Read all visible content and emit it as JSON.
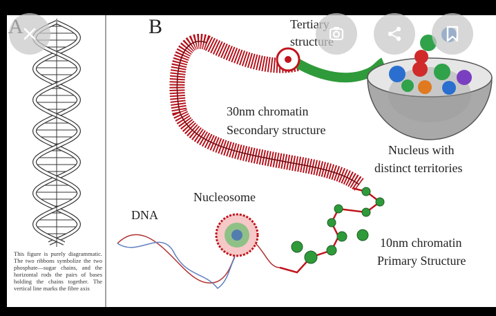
{
  "figure": {
    "panel_a": "A",
    "panel_b": "B",
    "labels": {
      "tertiary": "Tertiary",
      "structure": "structure",
      "secondary_line1": "30nm chromatin",
      "secondary_line2": "Secondary structure",
      "nucleus_line1": "Nucleus with",
      "nucleus_line2": "distinct territories",
      "nucleosome": "Nucleosome",
      "dna": "DNA",
      "primary_line1": "10nm chromatin",
      "primary_line2": "Primary Structure"
    },
    "caption": "This figure is purely diagrammatic. The two ribbons symbolize the two phosphate—sugar chains, and the horizontal rods the pairs of bases holding the chains together. The vertical line marks the fibre axis"
  },
  "controls": {
    "close_icon": "close-icon",
    "lens_icon": "lens-icon",
    "share_icon": "share-icon",
    "bookmark_icon": "bookmark-icon"
  },
  "colors": {
    "chromatin_red": "#c0141c",
    "tertiary_green": "#2f9a3a",
    "overlay_button": "#c8c8c8"
  }
}
